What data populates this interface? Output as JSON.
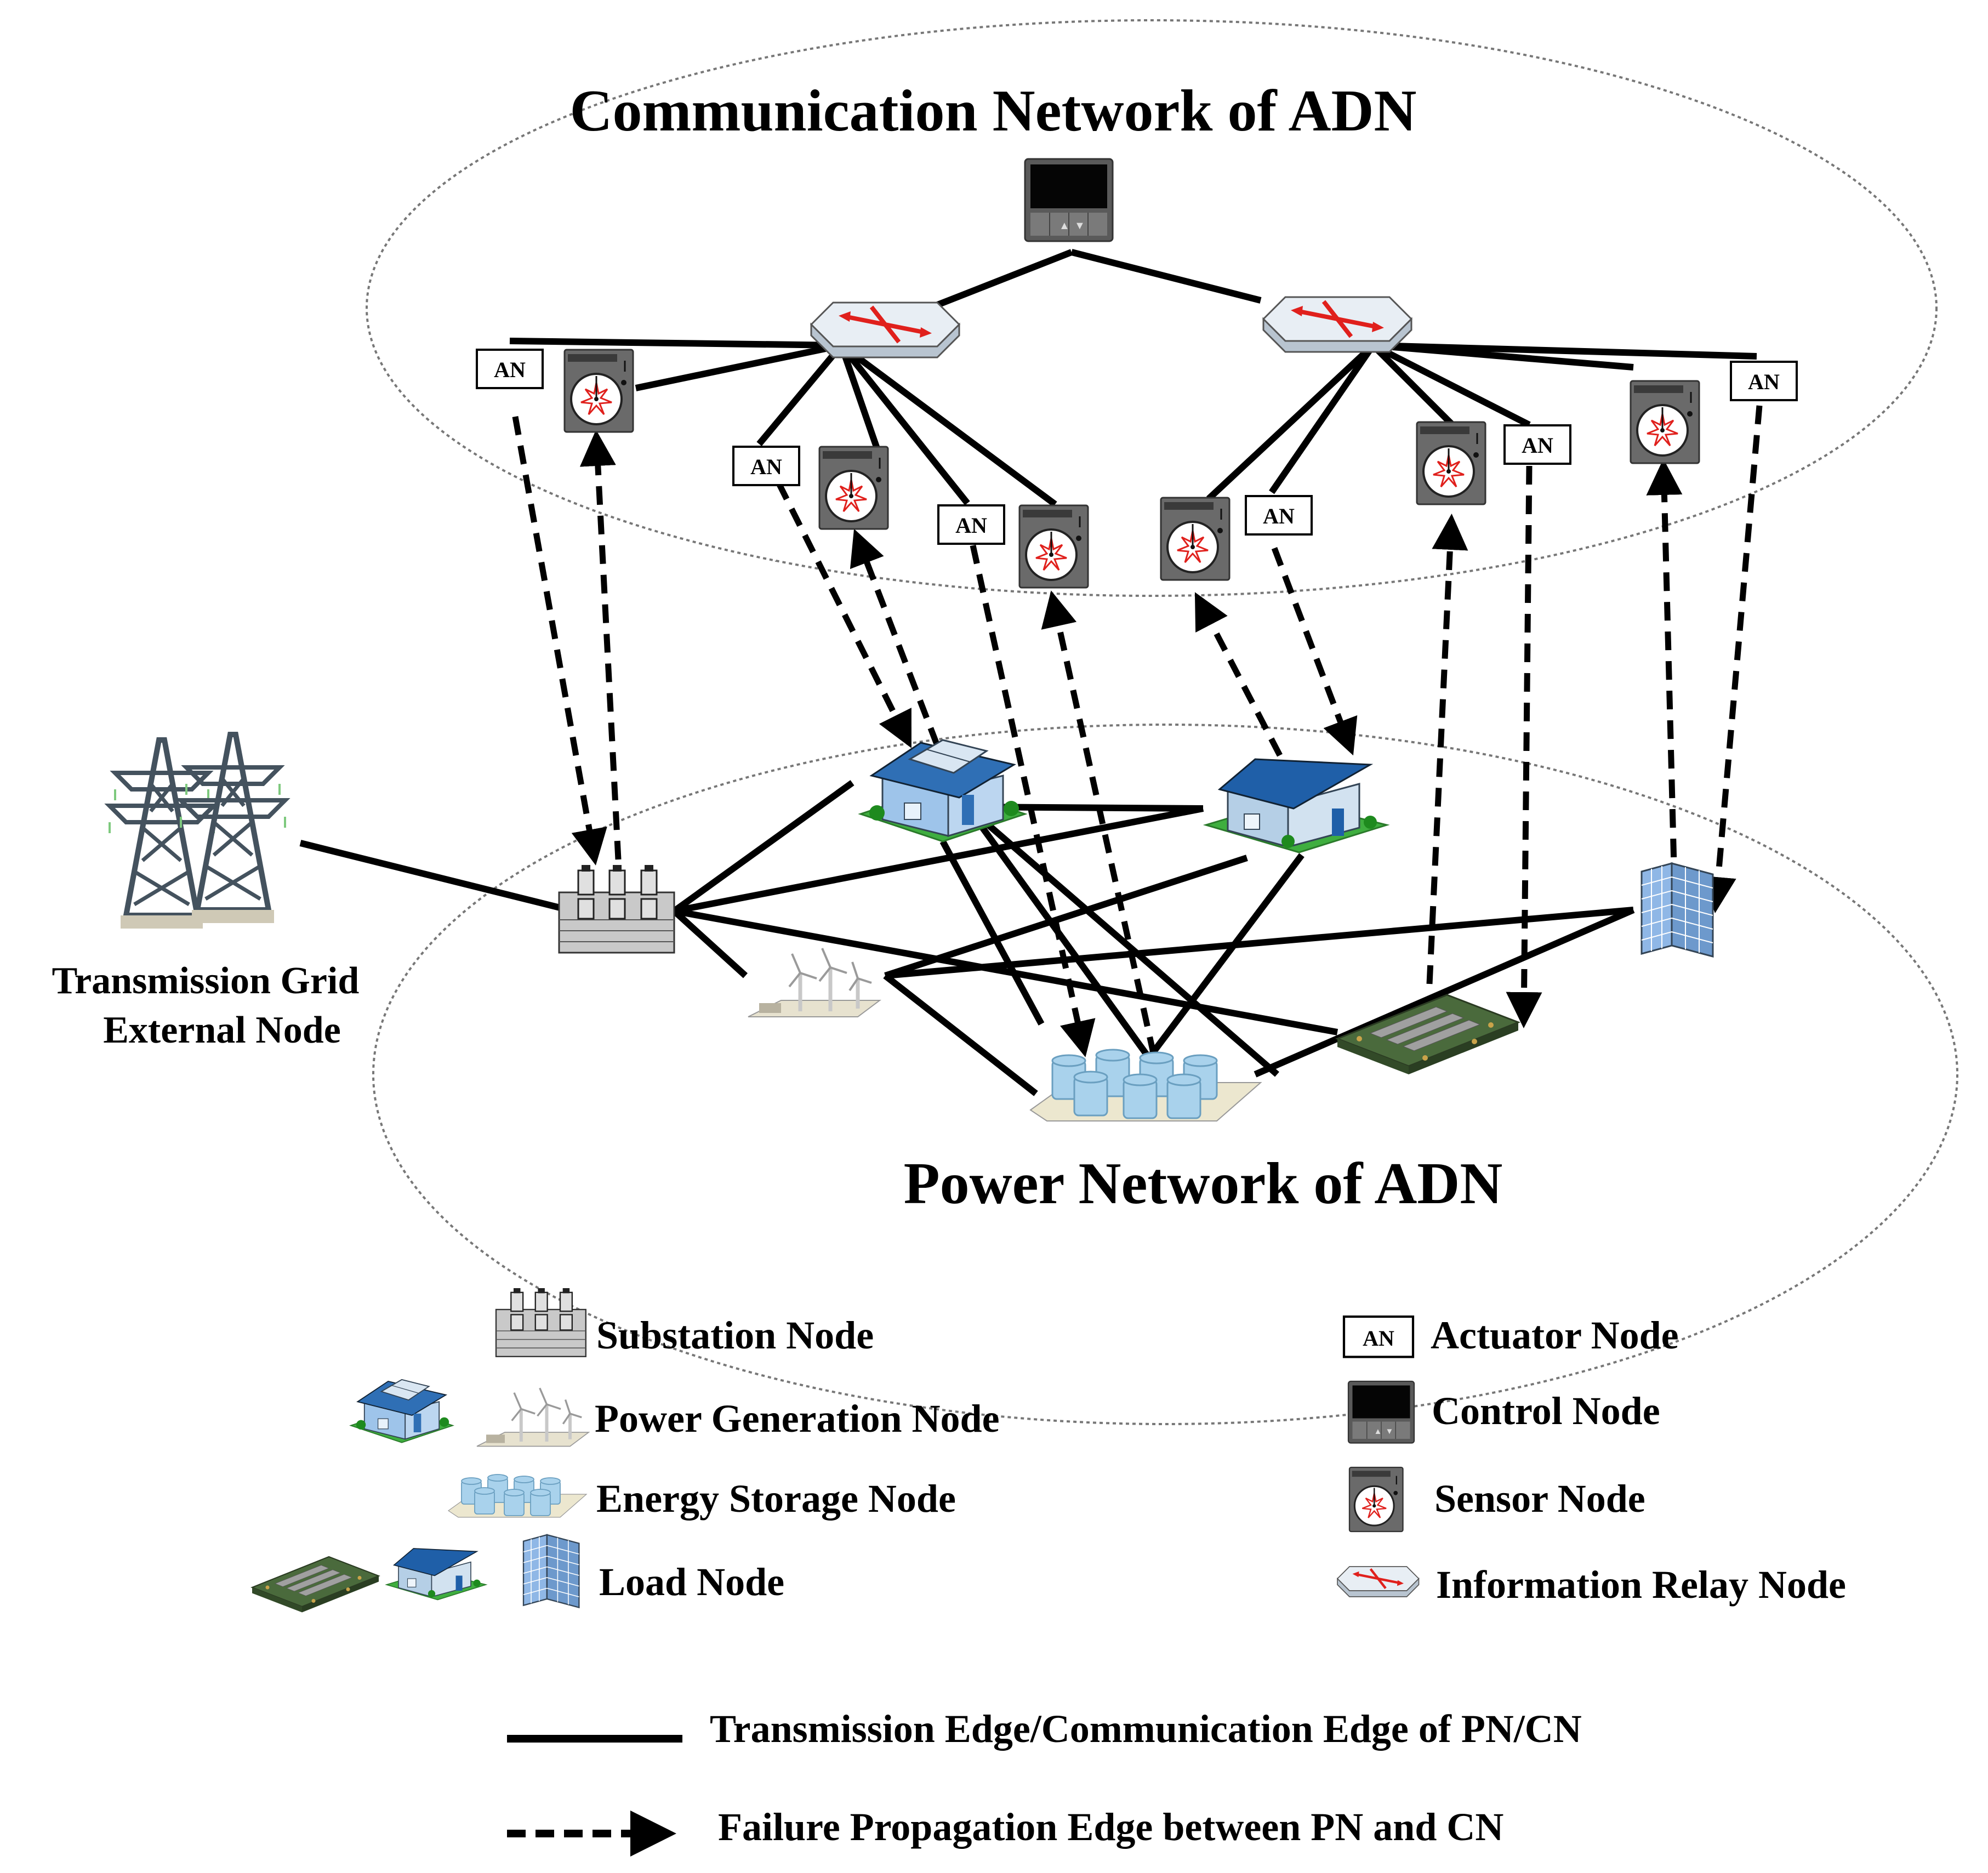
{
  "titles": {
    "communication": "Communication Network of ADN",
    "power": "Power Network of ADN"
  },
  "transmission_label": {
    "line1": "Transmission Grid",
    "line2": "External Node"
  },
  "node_labels": {
    "actuator_abbrev": "AN"
  },
  "legend": {
    "substation": "Substation Node",
    "generation": "Power Generation Node",
    "storage": "Energy Storage Node",
    "load": "Load Node",
    "actuator": "Actuator Node",
    "control": "Control Node",
    "sensor": "Sensor Node",
    "relay": "Information Relay Node",
    "solid_edge": "Transmission Edge/Communication Edge of PN/CN",
    "dashed_edge": "Failure Propagation Edge between PN and CN"
  },
  "colors": {
    "edge": "#000000",
    "ellipse": "#777777",
    "roof_solar": "#2f6fb5",
    "roof_blue": "#1f5fa8",
    "grass": "#3fae3f",
    "house_wall": "#9ec4ea",
    "sensor_red": "#e0201c",
    "building": "#8fb7e6",
    "storage_tank": "#a9d2ec",
    "board": "#4a6a3c"
  },
  "icons": {
    "control": "control-panel-icon",
    "relay": "relay-router-icon",
    "sensor": "sensor-gauge-icon",
    "actuator": "actuator-box-icon",
    "substation": "substation-transformer-icon",
    "tower": "transmission-tower-icon",
    "house": "house-icon",
    "wind": "wind-turbine-icon",
    "storage": "storage-tanks-icon",
    "building": "office-building-icon",
    "board": "circuit-board-icon"
  }
}
